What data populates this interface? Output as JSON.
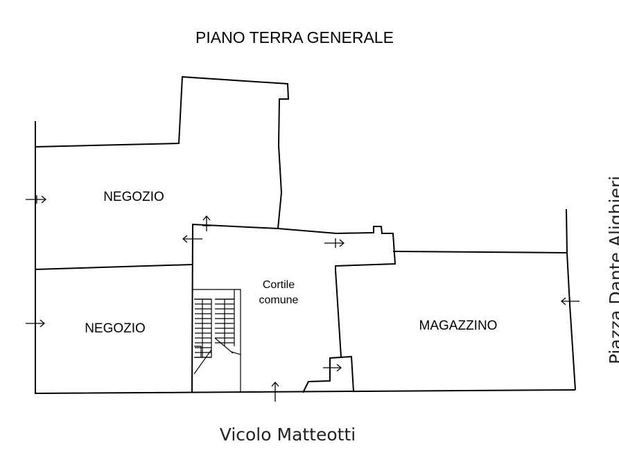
{
  "title": "PIANO TERRA GENERALE",
  "rooms": {
    "negozio_top": "NEGOZIO",
    "negozio_bottom": "NEGOZIO",
    "cortile_line1": "Cortile",
    "cortile_line2": "comune",
    "magazzino": "MAGAZZINO"
  },
  "streets": {
    "bottom": "Vicolo Matteotti",
    "right": "Piazza Dante Alighieri"
  }
}
